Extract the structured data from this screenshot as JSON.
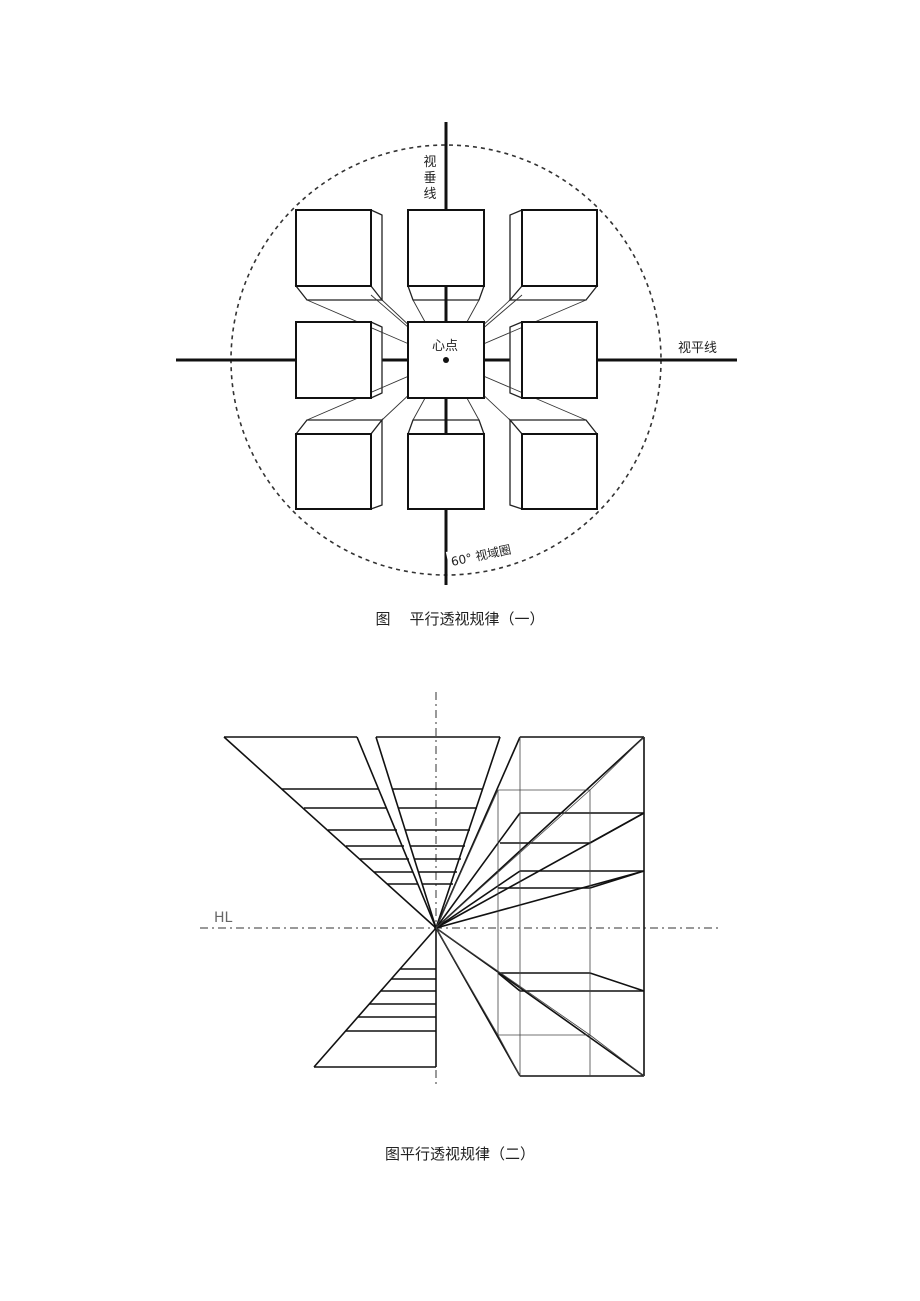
{
  "figure1": {
    "label_vertical": [
      "视",
      "垂",
      "线"
    ],
    "label_horizon": "视平线",
    "label_center": "心点",
    "label_cone": "60° 视域圈",
    "caption": "图    平行透视规律（一）"
  },
  "figure2": {
    "label_horizon": "HL",
    "caption": "图平行透视规律（二）"
  }
}
